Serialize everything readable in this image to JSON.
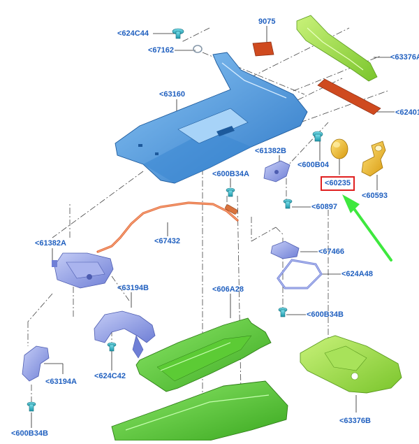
{
  "labels": {
    "l624C44": "<624C44",
    "l67162": "<67162",
    "l9075": "9075",
    "l63376A": "<63376A",
    "l63160": "<63160",
    "l62401": "<62401",
    "l61382B": "<61382B",
    "l600B04": "<600B04",
    "l600B34A": "<600B34A",
    "l60235": "<60235",
    "l60593": "<60593",
    "l60897": "<60897",
    "l61382A": "<61382A",
    "l67432": "<67432",
    "l67466": "<67466",
    "l624A48": "<624A48",
    "l63194B": "<63194B",
    "l606A28": "<606A28",
    "l600B34B_mid": "<600B34B",
    "l63194A": "<63194A",
    "l624C42": "<624C42",
    "l63376B": "<63376B",
    "l600B34B_bot": "<600B34B"
  },
  "colors": {
    "label": "#1f5fbf",
    "highlight_box": "#e02020",
    "arrow": "#3ee83e",
    "blue_part": "#4b9be0",
    "green_part": "#5fd23a",
    "lime_part": "#9be34a",
    "red_part": "#cf4a1f",
    "yellow_part": "#f0c020",
    "violet_part": "#8a9ce6",
    "teal_part": "#2bb5c7"
  }
}
